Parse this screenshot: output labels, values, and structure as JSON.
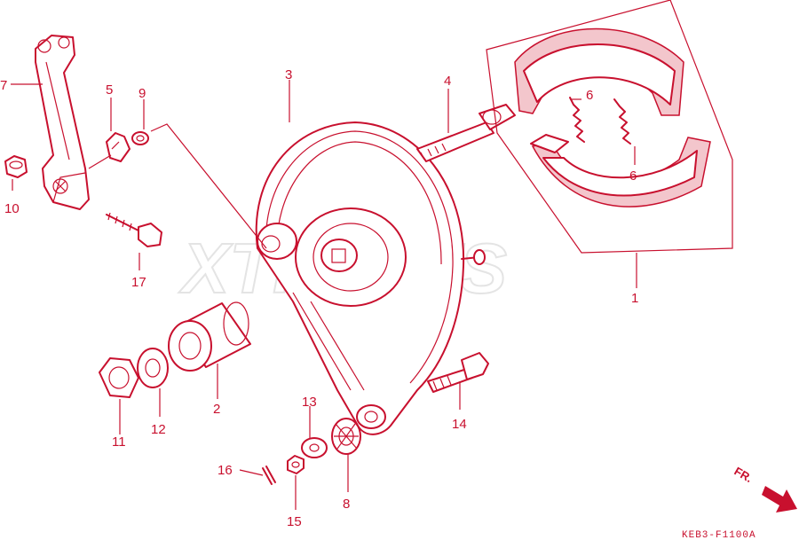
{
  "watermark": "XTPARTS",
  "diagram_code": "KEB3-F1100A",
  "direction": "FR.",
  "callouts": [
    {
      "id": "c1",
      "text": "1"
    },
    {
      "id": "c2",
      "text": "2"
    },
    {
      "id": "c3",
      "text": "3"
    },
    {
      "id": "c4",
      "text": "4"
    },
    {
      "id": "c5",
      "text": "5"
    },
    {
      "id": "c6a",
      "text": "6"
    },
    {
      "id": "c6b",
      "text": "6"
    },
    {
      "id": "c7",
      "text": "7"
    },
    {
      "id": "c8",
      "text": "8"
    },
    {
      "id": "c9",
      "text": "9"
    },
    {
      "id": "c10",
      "text": "10"
    },
    {
      "id": "c11",
      "text": "11"
    },
    {
      "id": "c12",
      "text": "12"
    },
    {
      "id": "c13",
      "text": "13"
    },
    {
      "id": "c14",
      "text": "14"
    },
    {
      "id": "c15",
      "text": "15"
    },
    {
      "id": "c16",
      "text": "16"
    },
    {
      "id": "c17",
      "text": "17"
    }
  ],
  "colors": {
    "ink": "#c8102e",
    "background": "#ffffff",
    "watermark": "#e4e4e4"
  }
}
